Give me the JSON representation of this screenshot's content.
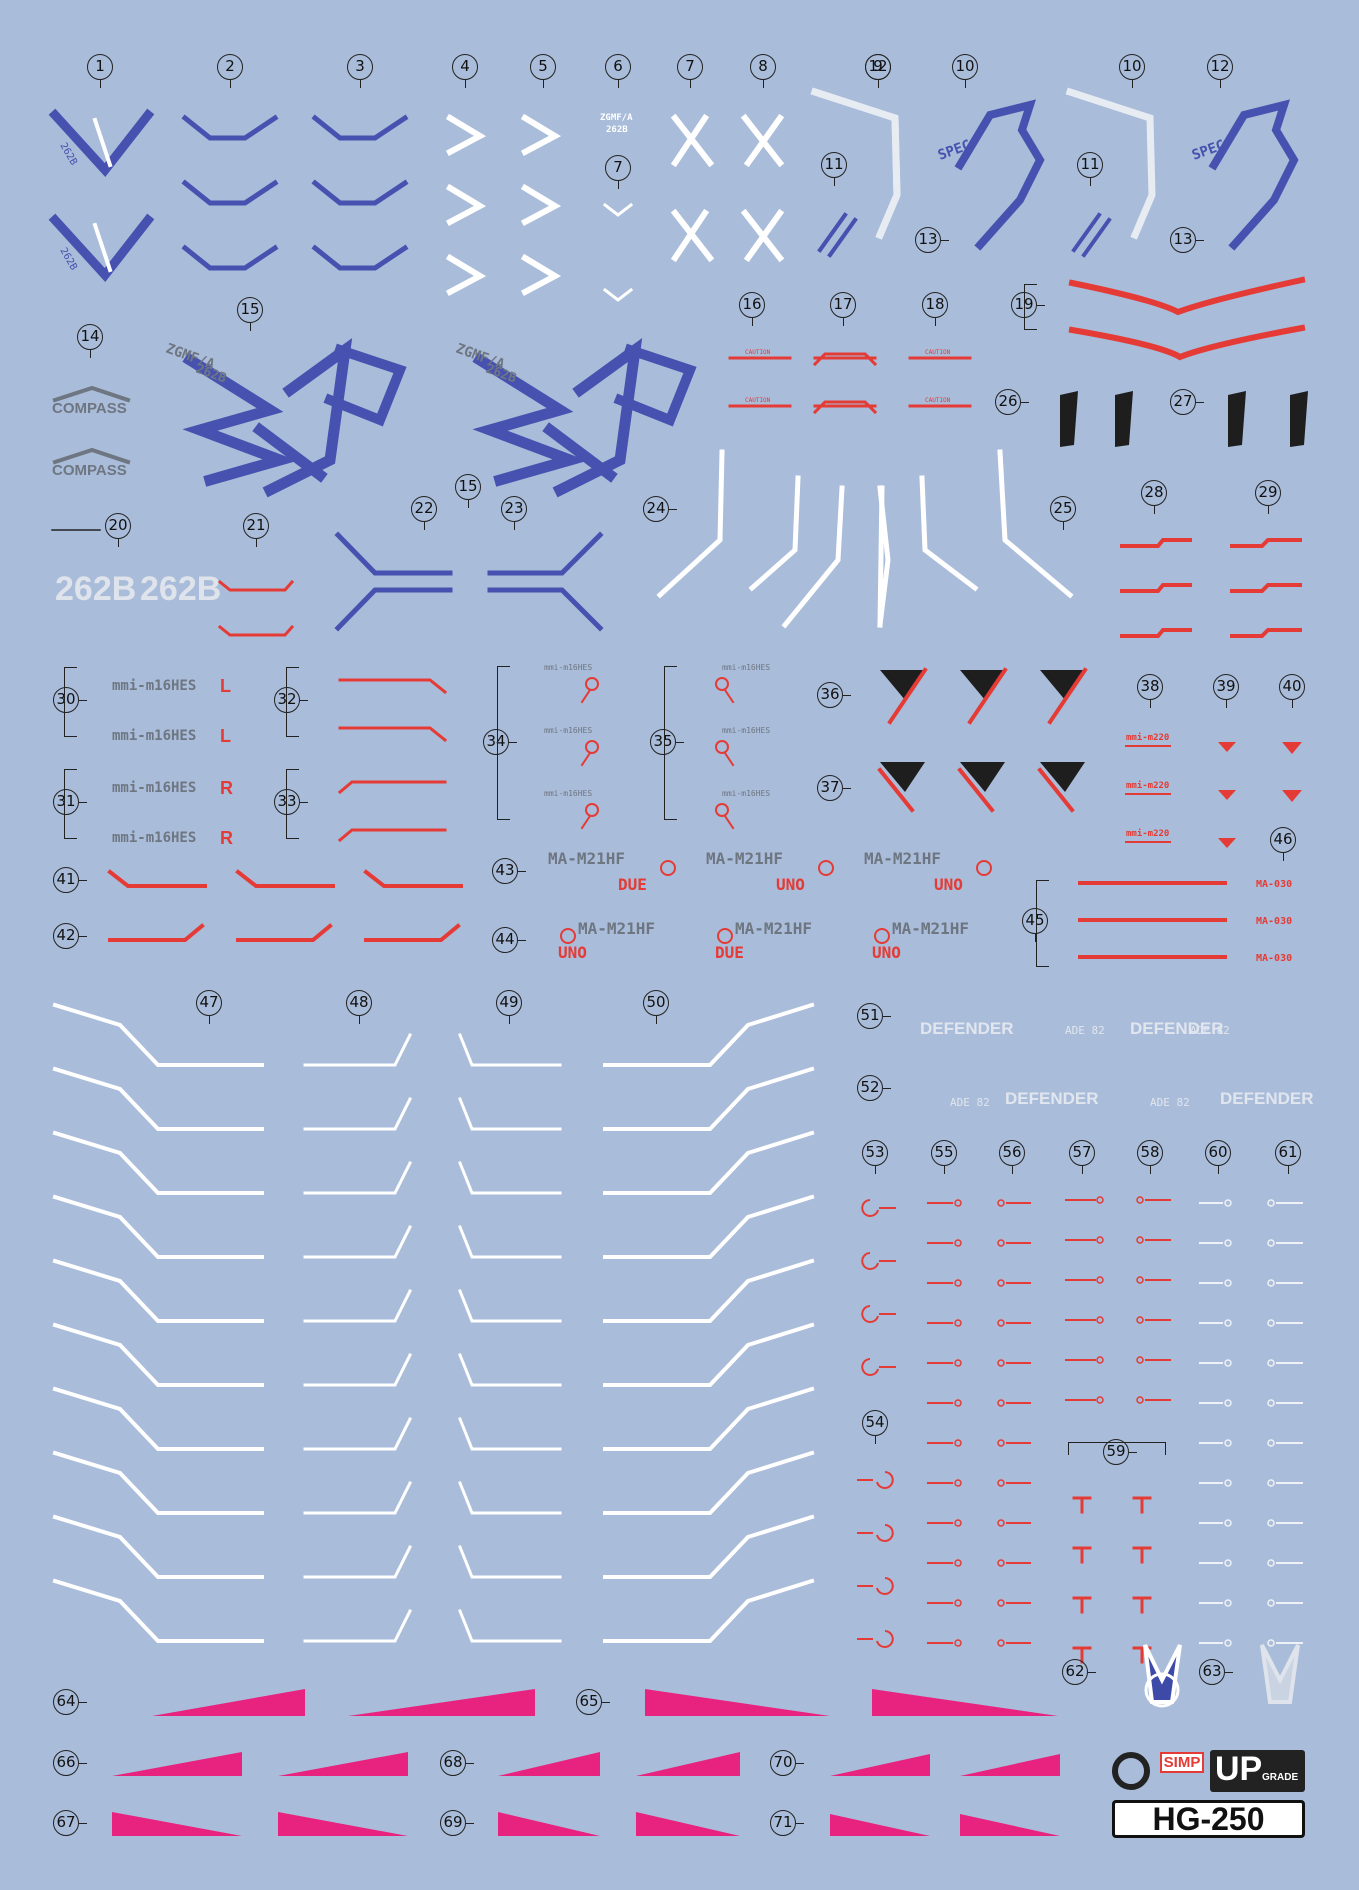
{
  "sheet": {
    "part_numbers": [
      "1",
      "2",
      "3",
      "4",
      "5",
      "6",
      "7",
      "8",
      "9",
      "10",
      "11",
      "12",
      "13",
      "14",
      "15",
      "16",
      "17",
      "18",
      "19",
      "20",
      "21",
      "22",
      "23",
      "24",
      "25",
      "26",
      "27",
      "28",
      "29",
      "30",
      "31",
      "32",
      "33",
      "34",
      "35",
      "36",
      "37",
      "38",
      "39",
      "40",
      "41",
      "42",
      "43",
      "44",
      "45",
      "46",
      "47",
      "48",
      "49",
      "50",
      "51",
      "52",
      "53",
      "54",
      "55",
      "56",
      "57",
      "58",
      "59",
      "60",
      "61",
      "62",
      "63",
      "64",
      "65",
      "66",
      "67",
      "68",
      "69",
      "70",
      "71"
    ],
    "texts": {
      "compass": "COMPASS",
      "zgmf": "ZGMF/A",
      "zgmf_num": "262B",
      "spec": "SPEC",
      "caution": "CAUTION",
      "mmi_l": "mmi-m16HES",
      "letter_l": "L",
      "letter_r": "R",
      "mmi_small": "mmi-m16HES",
      "ma_m21hf": "MA-M21HF",
      "due": "DUE",
      "uno": "UNO",
      "ma_030": "MA-030",
      "mmi_m220": "mmi-m220",
      "defender": "DEFENDER",
      "ade": "ADE 82"
    },
    "brand": {
      "simp": "SIMP",
      "up": "UP",
      "grade": "GRADE",
      "code": "HG-250"
    }
  },
  "colors": {
    "background": "#a9bcd9",
    "blue": "#4752b0",
    "red": "#e53b36",
    "magenta": "#e8237f",
    "white": "#ffffff",
    "black": "#1e1e1e"
  }
}
